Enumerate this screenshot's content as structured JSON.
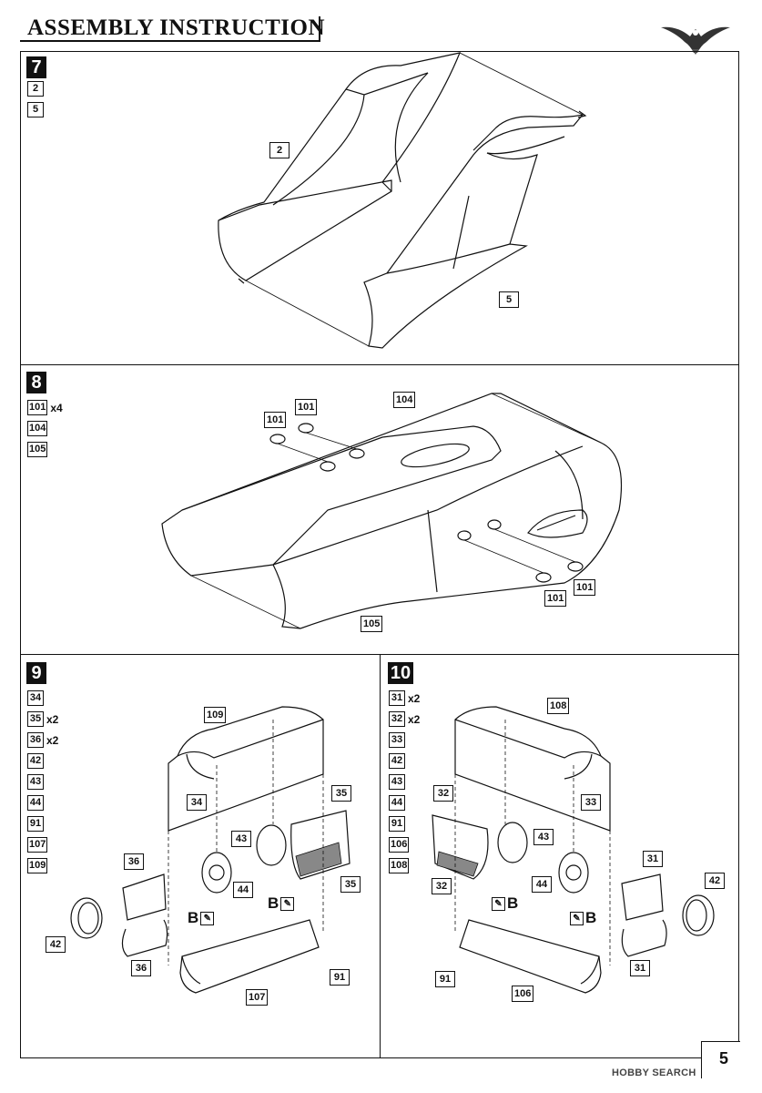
{
  "header": {
    "title": "ASSEMBLY INSTRUCTION"
  },
  "steps": [
    {
      "number": "7",
      "parts": [
        {
          "id": "2",
          "qty": ""
        },
        {
          "id": "5",
          "qty": ""
        }
      ],
      "callouts": [
        "2",
        "5"
      ]
    },
    {
      "number": "8",
      "parts": [
        {
          "id": "101",
          "qty": "x4"
        },
        {
          "id": "104",
          "qty": ""
        },
        {
          "id": "105",
          "qty": ""
        }
      ],
      "callouts": [
        "104",
        "101",
        "101",
        "101",
        "101",
        "105"
      ]
    },
    {
      "number": "9",
      "parts": [
        {
          "id": "34",
          "qty": ""
        },
        {
          "id": "35",
          "qty": "x2"
        },
        {
          "id": "36",
          "qty": "x2"
        },
        {
          "id": "42",
          "qty": ""
        },
        {
          "id": "43",
          "qty": ""
        },
        {
          "id": "44",
          "qty": ""
        },
        {
          "id": "91",
          "qty": ""
        },
        {
          "id": "107",
          "qty": ""
        },
        {
          "id": "109",
          "qty": ""
        }
      ],
      "callouts": [
        "109",
        "34",
        "35",
        "43",
        "36",
        "44",
        "35",
        "42",
        "36",
        "91",
        "107"
      ],
      "color_marks": [
        "B",
        "B"
      ]
    },
    {
      "number": "10",
      "parts": [
        {
          "id": "31",
          "qty": "x2"
        },
        {
          "id": "32",
          "qty": "x2"
        },
        {
          "id": "33",
          "qty": ""
        },
        {
          "id": "42",
          "qty": ""
        },
        {
          "id": "43",
          "qty": ""
        },
        {
          "id": "44",
          "qty": ""
        },
        {
          "id": "91",
          "qty": ""
        },
        {
          "id": "106",
          "qty": ""
        },
        {
          "id": "108",
          "qty": ""
        }
      ],
      "callouts": [
        "108",
        "32",
        "33",
        "43",
        "31",
        "32",
        "44",
        "42",
        "31",
        "91",
        "106"
      ],
      "color_marks": [
        "B",
        "B"
      ]
    }
  ],
  "footer": {
    "page_number": "5",
    "watermark": "HOBBY SEARCH"
  },
  "icons": {
    "logo": "eagle-logo-icon",
    "paint": "paintbrush-icon"
  }
}
